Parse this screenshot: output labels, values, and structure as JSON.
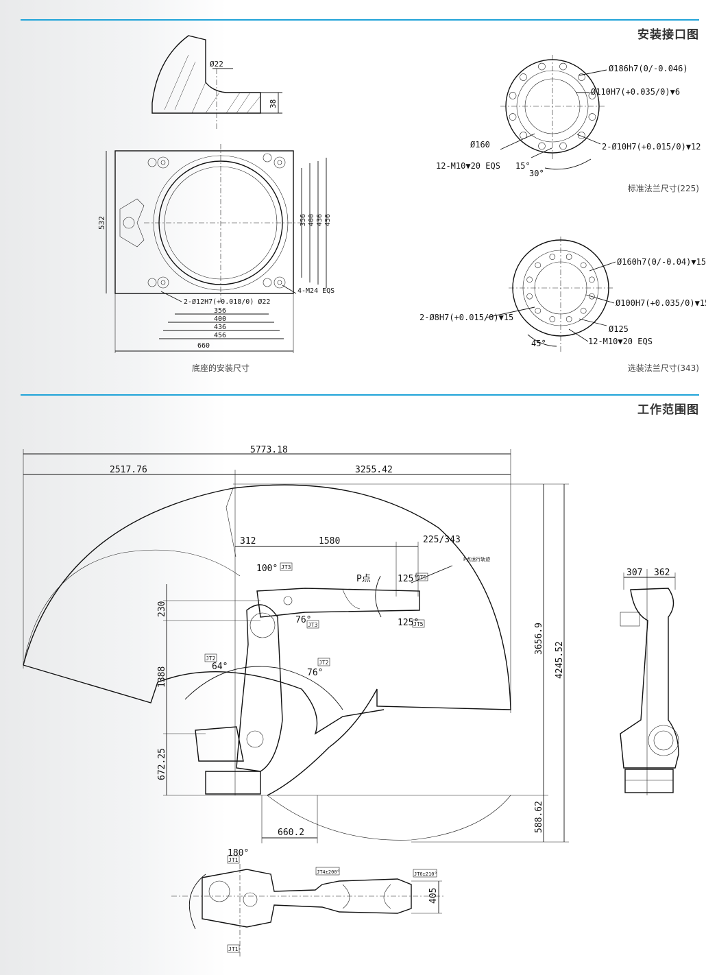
{
  "sections": {
    "interface_title": "安装接口图",
    "workrange_title": "工作范围图"
  },
  "captions": {
    "base": "底座的安装尺寸",
    "std_flange": "标准法兰尺寸(225)",
    "opt_flange": "选装法兰尺寸(343)"
  },
  "base_dims": {
    "d22": "Ø22",
    "h38": "38",
    "w532": "532",
    "v356": "356",
    "v400": "400",
    "v436": "436",
    "v456": "456",
    "h356": "356",
    "h400": "400",
    "h436": "436",
    "h456": "456",
    "h660": "660",
    "holes": "2-Ø12H7(+0.018/0) Ø22",
    "bolts": "4-M24 EQS"
  },
  "std_flange_dims": {
    "d186": "Ø186h7(0/-0.046)",
    "d110": "Ø110H7(+0.035/0)▼6",
    "d160": "Ø160",
    "pins": "2-Ø10H7(+0.015/0)▼12",
    "threads": "12-M10▼20 EQS",
    "a15": "15°",
    "a30": "30°"
  },
  "opt_flange_dims": {
    "d160": "Ø160h7(0/-0.04)▼15",
    "d100": "Ø100H7(+0.035/0)▼15",
    "pins": "2-Ø8H7(+0.015/0)▼15",
    "d125": "Ø125",
    "threads": "12-M10▼20 EQS",
    "a45": "45°"
  },
  "range_dims": {
    "total": "5773.18",
    "left": "2517.76",
    "right": "3255.42",
    "a312": "312",
    "a1580": "1580",
    "a225": "225/343",
    "path_label": "P点运行轨迹",
    "p_point": "P点",
    "j3_up": "100°",
    "j3_dn": "76°",
    "j5_up": "125°",
    "j5_dn": "125°",
    "j2_left": "64°",
    "j2_right": "76°",
    "v230": "230",
    "v1388": "1388",
    "v672": "672.25",
    "v3656": "3656.9",
    "v4245": "4245.52",
    "v588": "588.62",
    "h660": "660.2",
    "jt3": "JT3",
    "jt5": "JT5",
    "jt2": "JT2"
  },
  "side_dims": {
    "a307": "307",
    "a362": "362"
  },
  "top_dims": {
    "a180": "180°",
    "jt1": "JT1",
    "jt4": "JT4±200°",
    "jt6": "JT6±210°",
    "v405": "405"
  }
}
